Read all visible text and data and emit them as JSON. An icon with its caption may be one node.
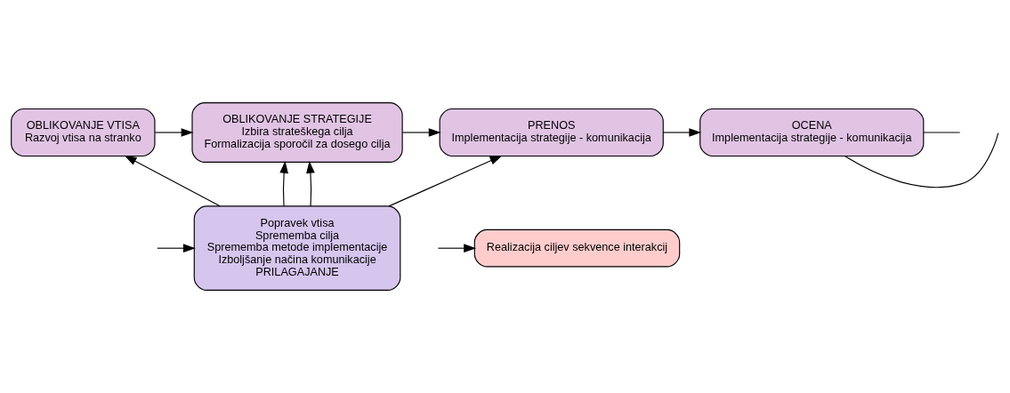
{
  "diagram": {
    "nodes": [
      {
        "text": [
          "OBLIKOVANJE VTISA",
          "Razvoj vtisa na stranko"
        ]
      },
      {
        "text": [
          "OBLIKOVANJE STRATEGIJE",
          "Izbira strateškega cilja",
          "Formalizacija sporočil za dosego cilja"
        ]
      },
      {
        "text": [
          "PRENOS",
          "Implementacija strategije - komunikacija"
        ]
      },
      {
        "text": [
          "OCENA",
          "Implementacija strategije - komunikacija"
        ]
      },
      {
        "text": [
          "Realizacija ciljev sekvence interakcij"
        ]
      },
      {
        "text": [
          "Popravek vtisa",
          "Sprememba cilja",
          "Sprememba metode implementacije",
          "Izboljšanje načina komunikacije",
          "PRILAGAJANJE"
        ]
      }
    ],
    "edges": [
      {
        "from": 0,
        "to": 1,
        "arrow": "to"
      },
      {
        "from": 1,
        "to": 2,
        "arrow": "to"
      },
      {
        "from": 2,
        "to": 3,
        "arrow": "to"
      },
      {
        "from": 5,
        "to": 0,
        "arrow": "to"
      },
      {
        "from": 5,
        "to": 1,
        "arrow": "to"
      },
      {
        "from": 5,
        "to": 1,
        "arrow": "to"
      },
      {
        "from": 5,
        "to": 2,
        "arrow": "to"
      },
      {
        "from": null,
        "to": 4,
        "arrow": "to"
      },
      {
        "from": 3,
        "to": null,
        "arrow": "none"
      },
      {
        "from": 3,
        "to": null,
        "arrow": "none"
      },
      {
        "from": null,
        "to": 5,
        "arrow": "to"
      }
    ]
  }
}
